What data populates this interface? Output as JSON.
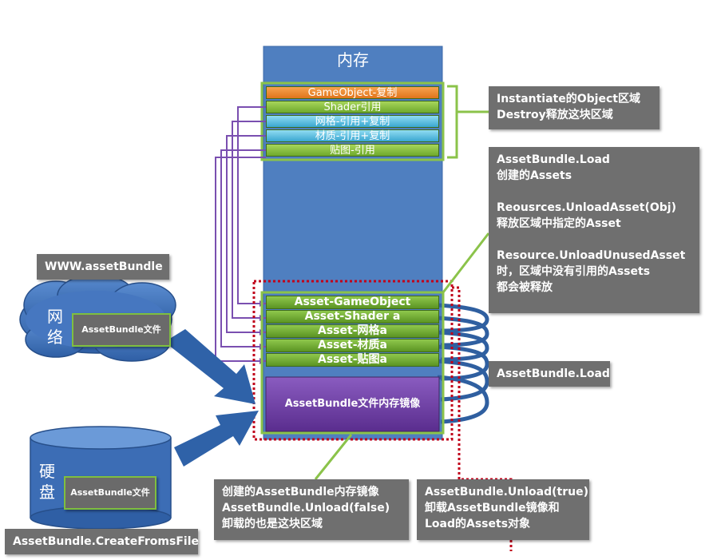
{
  "memory": {
    "title": "内存",
    "instance_bars": [
      {
        "label": "GameObject-复制",
        "color": "orange"
      },
      {
        "label": "Shader引用",
        "color": "green"
      },
      {
        "label": "网格-引用+复制",
        "color": "cyan"
      },
      {
        "label": "材质-引用+复制",
        "color": "cyan"
      },
      {
        "label": "贴图-引用",
        "color": "green"
      }
    ],
    "asset_bars": [
      "Asset-GameObject",
      "Asset-Shader a",
      "Asset-网格a",
      "Asset-材质a",
      "Asset-贴图a"
    ],
    "mirror_label": "AssetBundle文件内存镜像"
  },
  "callouts": {
    "instantiate": "Instantiate的Object区域\nDestroy释放这块区域",
    "load_info": "AssetBundle.Load\n创建的Assets\n\nReousrces.UnloadAsset(Obj)\n释放区域中指定的Asset\n\nResource.UnloadUnusedAsset\n时，区域中没有引用的Assets\n都会被释放",
    "load": "AssetBundle.Load",
    "www": "WWW.assetBundle",
    "create_from_file": "AssetBundle.CreateFromsFile",
    "unload_false": "创建的AssetBundle内存镜像\nAssetBundle.Unload(false)\n卸载的也是这块区域",
    "unload_true": "AssetBundle.Unload(true)\n卸载AssetBundle镜像和\nLoad的Assets对象"
  },
  "network": {
    "label_1": "网",
    "label_2": "络",
    "file": "AssetBundle文件"
  },
  "disk": {
    "label_1": "硬",
    "label_2": "盘",
    "file": "AssetBundle文件"
  },
  "colors": {
    "memory_blue": "#4f7fc0",
    "green": "#7fbf3f",
    "purple": "#6b3fa0",
    "red_dotted": "#c0001a",
    "callout_gray": "#6f6f6f"
  }
}
